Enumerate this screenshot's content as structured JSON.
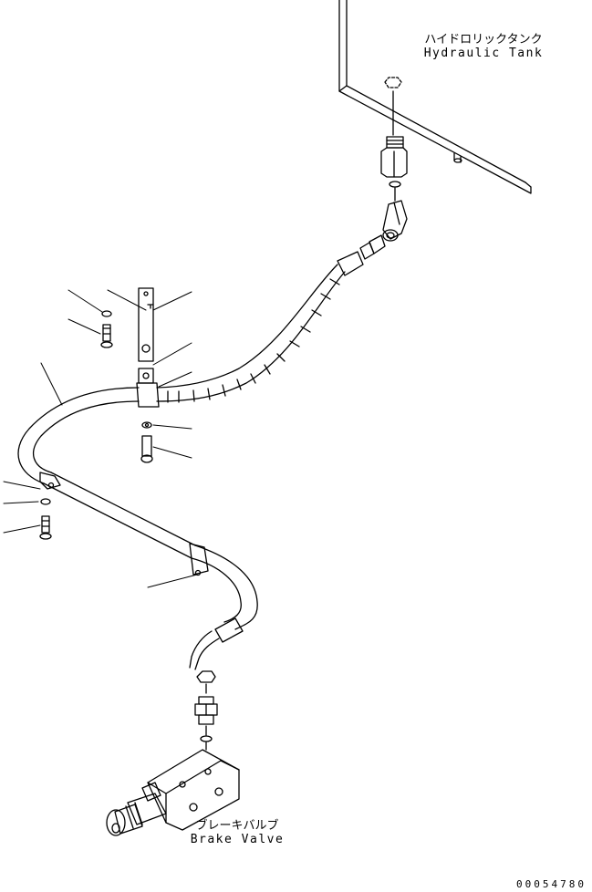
{
  "labels": {
    "hydraulic_tank_jp": "ハイドロリックタンク",
    "hydraulic_tank_en": "Hydraulic Tank",
    "brake_valve_jp": "ブレーキバルブ",
    "brake_valve_en": "Brake Valve",
    "drawing_number": "00054780"
  }
}
